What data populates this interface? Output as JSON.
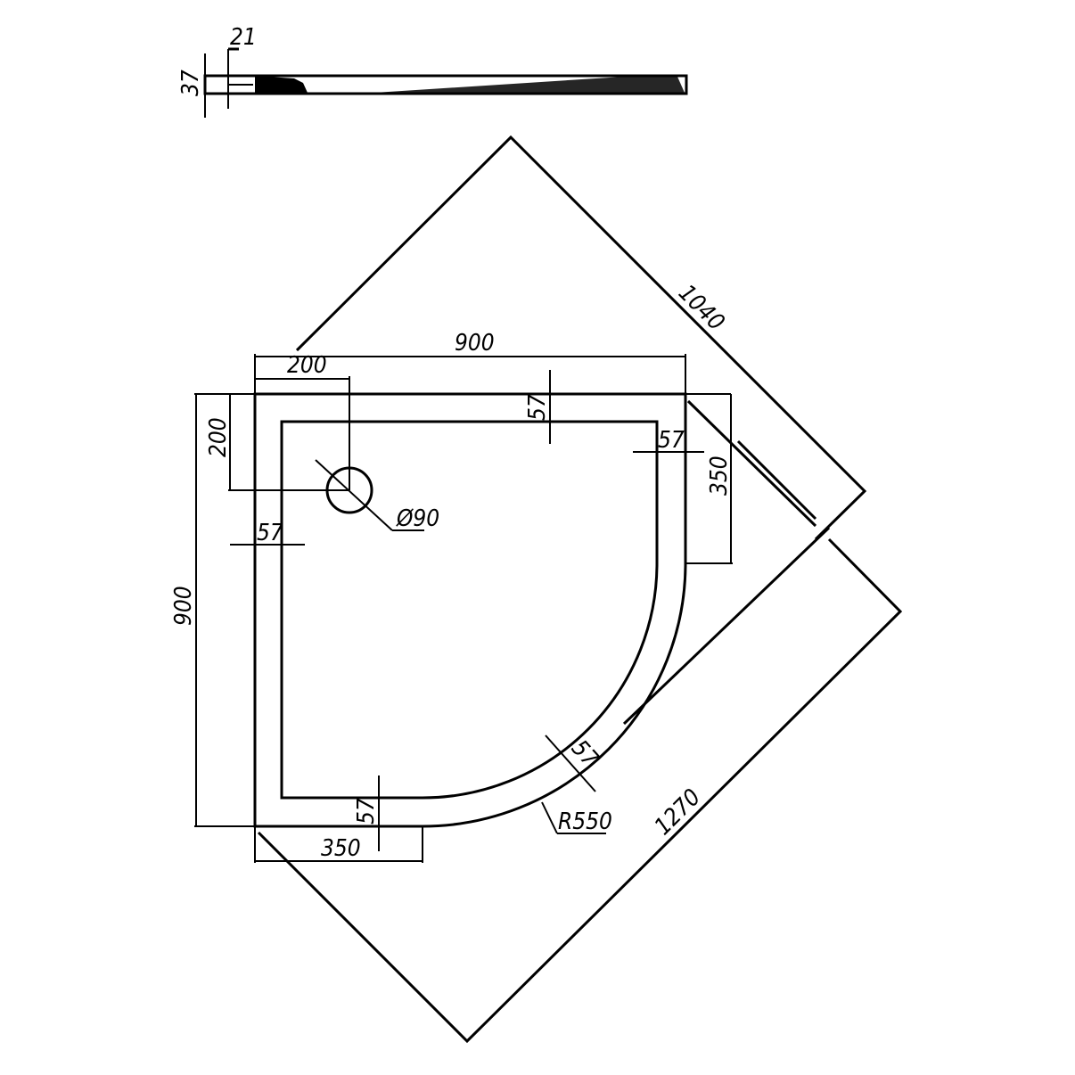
{
  "drawing": {
    "title": "Quarter-circle shower tray technical drawing",
    "colors": {
      "line": "#000000",
      "background": "#ffffff"
    },
    "dimensions": {
      "profile_height": "37",
      "profile_rim": "21",
      "width_top": "900",
      "height_left": "900",
      "drain_offset_x": "200",
      "drain_offset_y": "200",
      "drain_diameter": "Ø90",
      "rim_top": "57",
      "rim_right": "57",
      "rim_left": "57",
      "rim_bottom": "57",
      "rim_arc": "57",
      "straight_right": "350",
      "straight_bottom": "350",
      "radius": "R550",
      "diagonal_back": "1040",
      "diagonal_front": "1270"
    }
  }
}
